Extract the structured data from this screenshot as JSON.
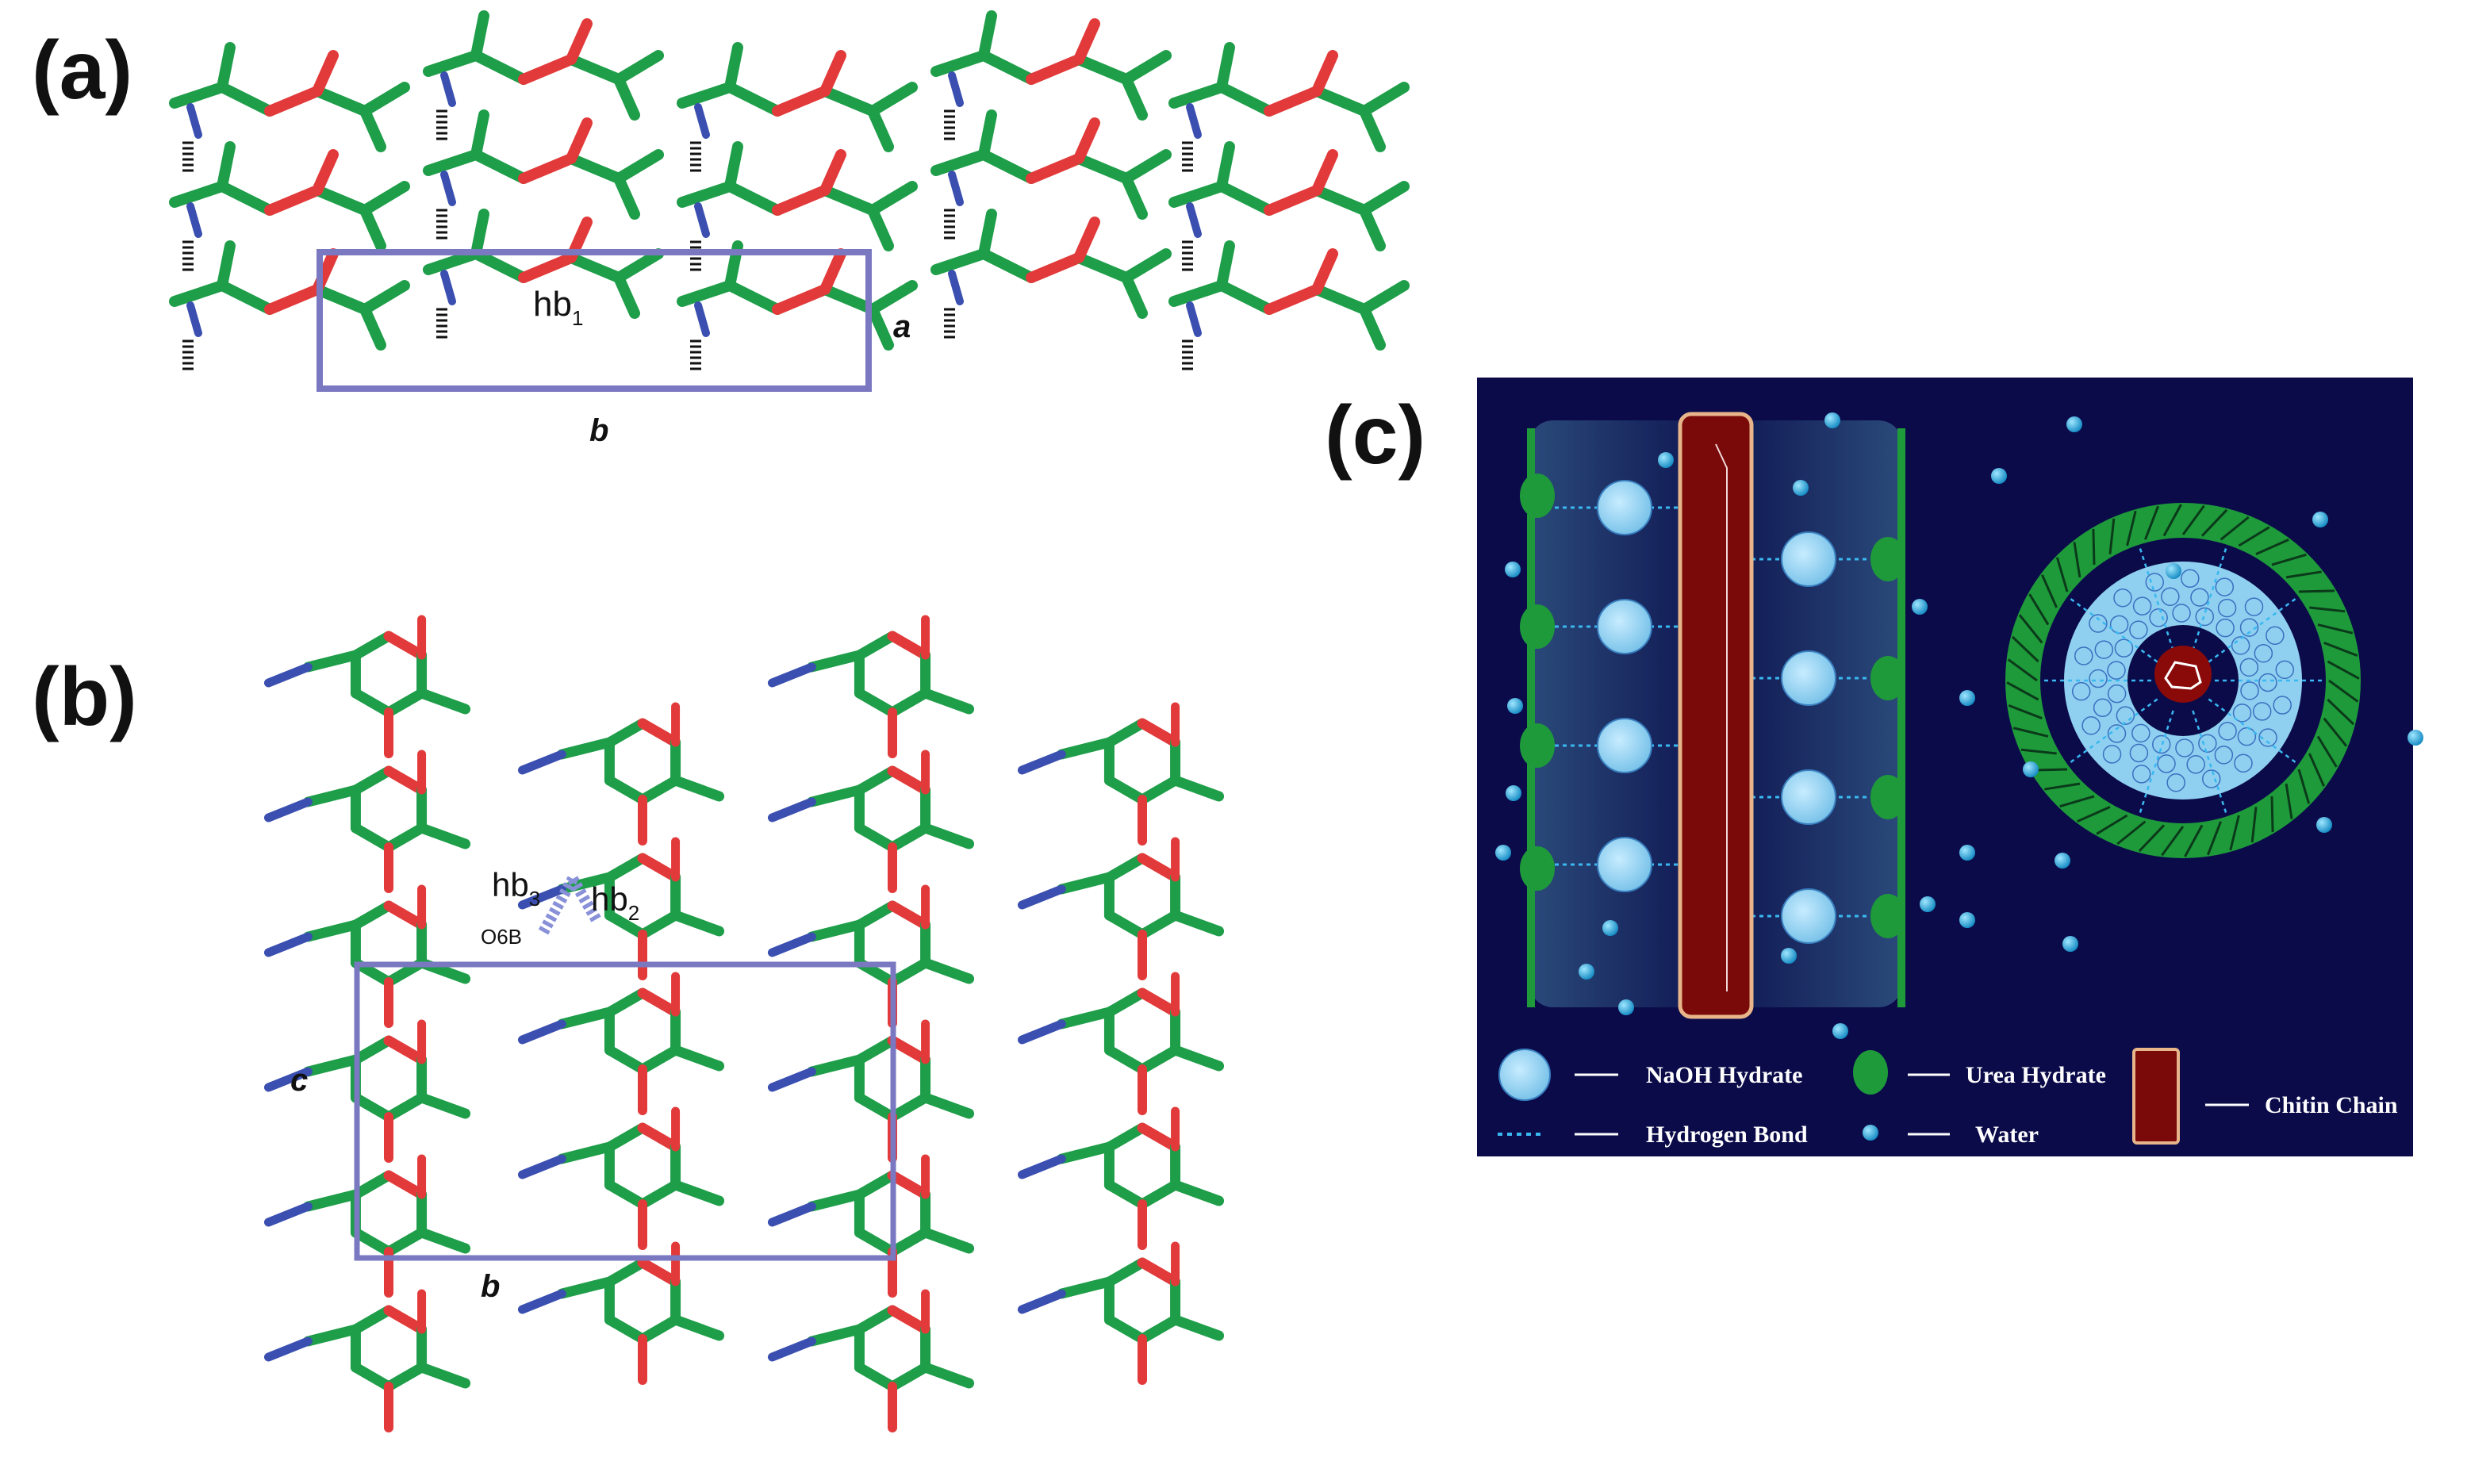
{
  "panels": {
    "a": {
      "letter": "(a)",
      "hb_label": "hb",
      "hb_sub": "1",
      "axis_a": "a",
      "axis_b": "b"
    },
    "b": {
      "letter": "(b)",
      "hb3_label": "hb",
      "hb3_sub": "3",
      "hb2_label": "hb",
      "hb2_sub": "2",
      "atom_label": "O6B",
      "axis_c": "c",
      "axis_b": "b"
    },
    "c": {
      "letter": "(c)",
      "legend": {
        "naoh": "NaOH Hydrate",
        "urea": "Urea Hydrate",
        "chitin": "Chitin Chain",
        "hbond": "Hydrogen Bond",
        "water": "Water"
      }
    }
  },
  "colors": {
    "carbon": "#1f9e4a",
    "oxygen": "#e23a3a",
    "nitrogen": "#3a4fb0",
    "cell_box": "#7a78c0",
    "c_background": "#0b0b4a",
    "naoh": "#8fd0f0",
    "urea": "#1e9a3a",
    "chitin": "#7a0a0a",
    "water": "#2aa8d8"
  }
}
